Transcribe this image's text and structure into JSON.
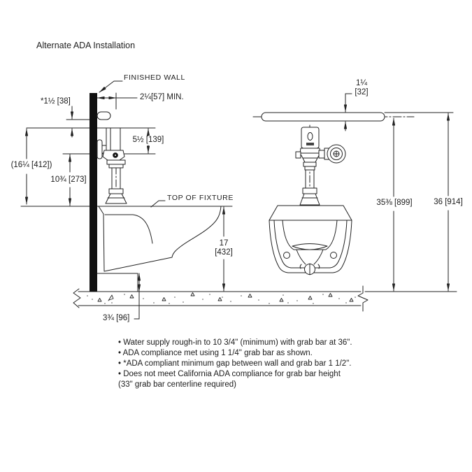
{
  "title": "Alternate ADA Installation",
  "side_view": {
    "finished_wall_label": "FINISHED WALL",
    "top_of_fixture_label": "TOP OF FIXTURE",
    "dims": {
      "wall_to_bar_gap": "*1½ [38]",
      "wall_to_valve_centerline": "2¼[57] MIN.",
      "bar_to_valve_centerline": "5½ [139]",
      "valve_centerline_to_fixture": "10¾ [273]",
      "bar_to_fixture_overall": "(16¼ [412])",
      "fixture_height_in": "17",
      "fixture_height_mm": "[432]",
      "carrier_height": "3¾ [96]"
    }
  },
  "front_view": {
    "dims": {
      "bar_diameter_in": "1¼",
      "bar_diameter_mm": "[32]",
      "floor_to_bar_centerline": "35⅜ [899]",
      "floor_to_bar_top": "36 [914]"
    }
  },
  "notes": [
    "• Water supply rough-in to 10 3/4\" (minimum) with grab bar at 36\".",
    "• ADA compliance met using 1 1/4\" grab bar as shown.",
    "• *ADA compliant minimum gap between wall and grab bar 1 1/2\".",
    "• Does not meet California ADA compliance for grab bar height",
    "(33\" grab bar centerline required)"
  ]
}
